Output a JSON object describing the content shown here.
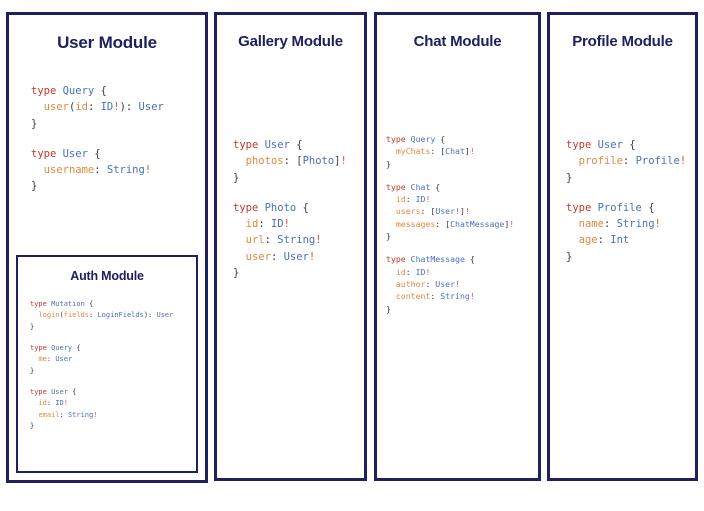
{
  "canvas": {
    "background": "#ffffff",
    "border_color": "#1e2060"
  },
  "syntax_colors": {
    "keyword": "#c0392b",
    "type_name": "#4a6fc4",
    "field_name": "#e08a3c",
    "punctuation": "#3a3a4a",
    "non_null": "#d2593c"
  },
  "modules": [
    {
      "id": "user",
      "title": "User Module",
      "blocks": [
        {
          "lines": [
            [
              {
                "t": "type ",
                "c": "k"
              },
              {
                "t": "Query",
                "c": "tn"
              },
              {
                "t": " {",
                "c": "p"
              }
            ],
            [
              {
                "t": "  ",
                "c": "p"
              },
              {
                "t": "user",
                "c": "fn"
              },
              {
                "t": "(",
                "c": "p"
              },
              {
                "t": "id",
                "c": "fn"
              },
              {
                "t": ": ",
                "c": "p"
              },
              {
                "t": "ID",
                "c": "tn"
              },
              {
                "t": "!",
                "c": "bang"
              },
              {
                "t": "): ",
                "c": "p"
              },
              {
                "t": "User",
                "c": "tn"
              }
            ],
            [
              {
                "t": "}",
                "c": "p"
              }
            ]
          ]
        },
        {
          "lines": [
            [
              {
                "t": "type ",
                "c": "k"
              },
              {
                "t": "User",
                "c": "tn"
              },
              {
                "t": " {",
                "c": "p"
              }
            ],
            [
              {
                "t": "  ",
                "c": "p"
              },
              {
                "t": "username",
                "c": "fn"
              },
              {
                "t": ": ",
                "c": "p"
              },
              {
                "t": "String",
                "c": "tn"
              },
              {
                "t": "!",
                "c": "bang"
              }
            ],
            [
              {
                "t": "}",
                "c": "p"
              }
            ]
          ]
        }
      ],
      "nested": {
        "id": "auth",
        "title": "Auth Module",
        "blocks": [
          {
            "lines": [
              [
                {
                  "t": "type ",
                  "c": "k"
                },
                {
                  "t": "Mutation",
                  "c": "tn"
                },
                {
                  "t": " {",
                  "c": "p"
                }
              ],
              [
                {
                  "t": "  ",
                  "c": "p"
                },
                {
                  "t": "login",
                  "c": "fn"
                },
                {
                  "t": "(",
                  "c": "p"
                },
                {
                  "t": "fields",
                  "c": "fn"
                },
                {
                  "t": ": ",
                  "c": "p"
                },
                {
                  "t": "LoginFields",
                  "c": "tn"
                },
                {
                  "t": "): ",
                  "c": "p"
                },
                {
                  "t": "User",
                  "c": "tn"
                }
              ],
              [
                {
                  "t": "}",
                  "c": "p"
                }
              ]
            ]
          },
          {
            "lines": [
              [
                {
                  "t": "type ",
                  "c": "k"
                },
                {
                  "t": "Query",
                  "c": "tn"
                },
                {
                  "t": " {",
                  "c": "p"
                }
              ],
              [
                {
                  "t": "  ",
                  "c": "p"
                },
                {
                  "t": "me",
                  "c": "fn"
                },
                {
                  "t": ": ",
                  "c": "p"
                },
                {
                  "t": "User",
                  "c": "tn"
                }
              ],
              [
                {
                  "t": "}",
                  "c": "p"
                }
              ]
            ]
          },
          {
            "lines": [
              [
                {
                  "t": "type ",
                  "c": "k"
                },
                {
                  "t": "User",
                  "c": "tn"
                },
                {
                  "t": " {",
                  "c": "p"
                }
              ],
              [
                {
                  "t": "  ",
                  "c": "p"
                },
                {
                  "t": "id",
                  "c": "fn"
                },
                {
                  "t": ": ",
                  "c": "p"
                },
                {
                  "t": "ID",
                  "c": "tn"
                },
                {
                  "t": "!",
                  "c": "bang"
                }
              ],
              [
                {
                  "t": "  ",
                  "c": "p"
                },
                {
                  "t": "email",
                  "c": "fn"
                },
                {
                  "t": ": ",
                  "c": "p"
                },
                {
                  "t": "String",
                  "c": "tn"
                },
                {
                  "t": "!",
                  "c": "bang"
                }
              ],
              [
                {
                  "t": "}",
                  "c": "p"
                }
              ]
            ]
          }
        ]
      }
    },
    {
      "id": "gallery",
      "title": "Gallery Module",
      "blocks": [
        {
          "lines": [
            [
              {
                "t": "type ",
                "c": "k"
              },
              {
                "t": "User",
                "c": "tn"
              },
              {
                "t": " {",
                "c": "p"
              }
            ],
            [
              {
                "t": "  ",
                "c": "p"
              },
              {
                "t": "photos",
                "c": "fn"
              },
              {
                "t": ": [",
                "c": "p"
              },
              {
                "t": "Photo",
                "c": "tn"
              },
              {
                "t": "]",
                "c": "p"
              },
              {
                "t": "!",
                "c": "bang"
              }
            ],
            [
              {
                "t": "}",
                "c": "p"
              }
            ]
          ]
        },
        {
          "lines": [
            [
              {
                "t": "type ",
                "c": "k"
              },
              {
                "t": "Photo",
                "c": "tn"
              },
              {
                "t": " {",
                "c": "p"
              }
            ],
            [
              {
                "t": "  ",
                "c": "p"
              },
              {
                "t": "id",
                "c": "fn"
              },
              {
                "t": ": ",
                "c": "p"
              },
              {
                "t": "ID",
                "c": "tn"
              },
              {
                "t": "!",
                "c": "bang"
              }
            ],
            [
              {
                "t": "  ",
                "c": "p"
              },
              {
                "t": "url",
                "c": "fn"
              },
              {
                "t": ": ",
                "c": "p"
              },
              {
                "t": "String",
                "c": "tn"
              },
              {
                "t": "!",
                "c": "bang"
              }
            ],
            [
              {
                "t": "  ",
                "c": "p"
              },
              {
                "t": "user",
                "c": "fn"
              },
              {
                "t": ": ",
                "c": "p"
              },
              {
                "t": "User",
                "c": "tn"
              },
              {
                "t": "!",
                "c": "bang"
              }
            ],
            [
              {
                "t": "}",
                "c": "p"
              }
            ]
          ]
        }
      ]
    },
    {
      "id": "chat",
      "title": "Chat Module",
      "blocks": [
        {
          "lines": [
            [
              {
                "t": "type ",
                "c": "k"
              },
              {
                "t": "Query",
                "c": "tn"
              },
              {
                "t": " {",
                "c": "p"
              }
            ],
            [
              {
                "t": "  ",
                "c": "p"
              },
              {
                "t": "myChats",
                "c": "fn"
              },
              {
                "t": ": [",
                "c": "p"
              },
              {
                "t": "Chat",
                "c": "tn"
              },
              {
                "t": "]",
                "c": "p"
              },
              {
                "t": "!",
                "c": "bang"
              }
            ],
            [
              {
                "t": "}",
                "c": "p"
              }
            ]
          ]
        },
        {
          "lines": [
            [
              {
                "t": "type ",
                "c": "k"
              },
              {
                "t": "Chat",
                "c": "tn"
              },
              {
                "t": " {",
                "c": "p"
              }
            ],
            [
              {
                "t": "  ",
                "c": "p"
              },
              {
                "t": "id",
                "c": "fn"
              },
              {
                "t": ": ",
                "c": "p"
              },
              {
                "t": "ID",
                "c": "tn"
              },
              {
                "t": "!",
                "c": "bang"
              }
            ],
            [
              {
                "t": "  ",
                "c": "p"
              },
              {
                "t": "users",
                "c": "fn"
              },
              {
                "t": ": [",
                "c": "p"
              },
              {
                "t": "User",
                "c": "tn"
              },
              {
                "t": "!",
                "c": "bang"
              },
              {
                "t": "]",
                "c": "p"
              },
              {
                "t": "!",
                "c": "bang"
              }
            ],
            [
              {
                "t": "  ",
                "c": "p"
              },
              {
                "t": "messages",
                "c": "fn"
              },
              {
                "t": ": [",
                "c": "p"
              },
              {
                "t": "ChatMessage",
                "c": "tn"
              },
              {
                "t": "]",
                "c": "p"
              },
              {
                "t": "!",
                "c": "bang"
              }
            ],
            [
              {
                "t": "}",
                "c": "p"
              }
            ]
          ]
        },
        {
          "lines": [
            [
              {
                "t": "type ",
                "c": "k"
              },
              {
                "t": "ChatMessage",
                "c": "tn"
              },
              {
                "t": " {",
                "c": "p"
              }
            ],
            [
              {
                "t": "  ",
                "c": "p"
              },
              {
                "t": "id",
                "c": "fn"
              },
              {
                "t": ": ",
                "c": "p"
              },
              {
                "t": "ID",
                "c": "tn"
              },
              {
                "t": "!",
                "c": "bang"
              }
            ],
            [
              {
                "t": "  ",
                "c": "p"
              },
              {
                "t": "author",
                "c": "fn"
              },
              {
                "t": ": ",
                "c": "p"
              },
              {
                "t": "User",
                "c": "tn"
              },
              {
                "t": "!",
                "c": "bang"
              }
            ],
            [
              {
                "t": "  ",
                "c": "p"
              },
              {
                "t": "content",
                "c": "fn"
              },
              {
                "t": ": ",
                "c": "p"
              },
              {
                "t": "String",
                "c": "tn"
              },
              {
                "t": "!",
                "c": "bang"
              }
            ],
            [
              {
                "t": "}",
                "c": "p"
              }
            ]
          ]
        }
      ]
    },
    {
      "id": "profile",
      "title": "Profile Module",
      "blocks": [
        {
          "lines": [
            [
              {
                "t": "type ",
                "c": "k"
              },
              {
                "t": "User",
                "c": "tn"
              },
              {
                "t": " {",
                "c": "p"
              }
            ],
            [
              {
                "t": "  ",
                "c": "p"
              },
              {
                "t": "profile",
                "c": "fn"
              },
              {
                "t": ": ",
                "c": "p"
              },
              {
                "t": "Profile",
                "c": "tn"
              },
              {
                "t": "!",
                "c": "bang"
              }
            ],
            [
              {
                "t": "}",
                "c": "p"
              }
            ]
          ]
        },
        {
          "lines": [
            [
              {
                "t": "type ",
                "c": "k"
              },
              {
                "t": "Profile",
                "c": "tn"
              },
              {
                "t": " {",
                "c": "p"
              }
            ],
            [
              {
                "t": "  ",
                "c": "p"
              },
              {
                "t": "name",
                "c": "fn"
              },
              {
                "t": ": ",
                "c": "p"
              },
              {
                "t": "String",
                "c": "tn"
              },
              {
                "t": "!",
                "c": "bang"
              }
            ],
            [
              {
                "t": "  ",
                "c": "p"
              },
              {
                "t": "age",
                "c": "fn"
              },
              {
                "t": ": ",
                "c": "p"
              },
              {
                "t": "Int",
                "c": "tn"
              }
            ],
            [
              {
                "t": "}",
                "c": "p"
              }
            ]
          ]
        }
      ]
    }
  ]
}
